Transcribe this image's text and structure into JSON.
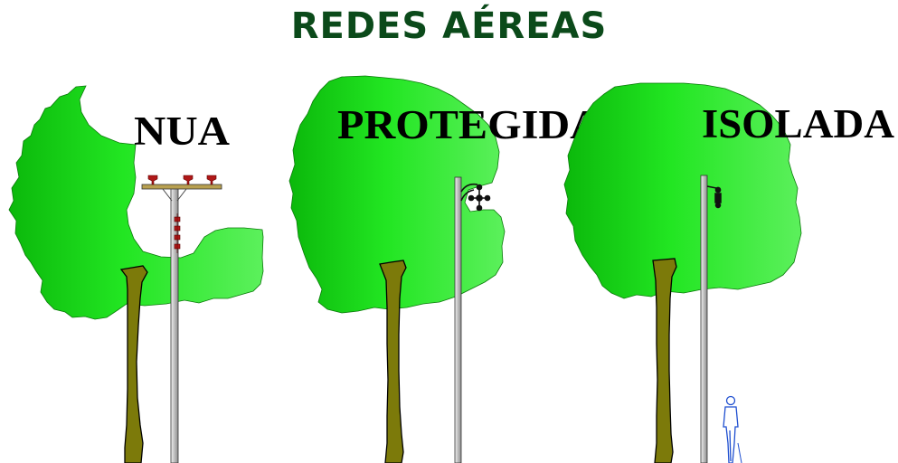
{
  "title": "REDES AÉREAS",
  "panels": [
    {
      "label": "NUA",
      "network": "bare-wire crossarm with pin insulators"
    },
    {
      "label": "PROTEGIDA",
      "network": "spacer cable bracket"
    },
    {
      "label": "ISOLADA",
      "network": "insulated multiplex cable"
    }
  ],
  "colors": {
    "title": "#0b4a1a",
    "foliage": "#22e622",
    "foliage_dark": "#0aa60a",
    "trunk": "#7c7a0a",
    "pole": "#d8d8d8",
    "insulator": "#a01818",
    "crossarm": "#b8a050",
    "person": "#1f4fd0"
  }
}
